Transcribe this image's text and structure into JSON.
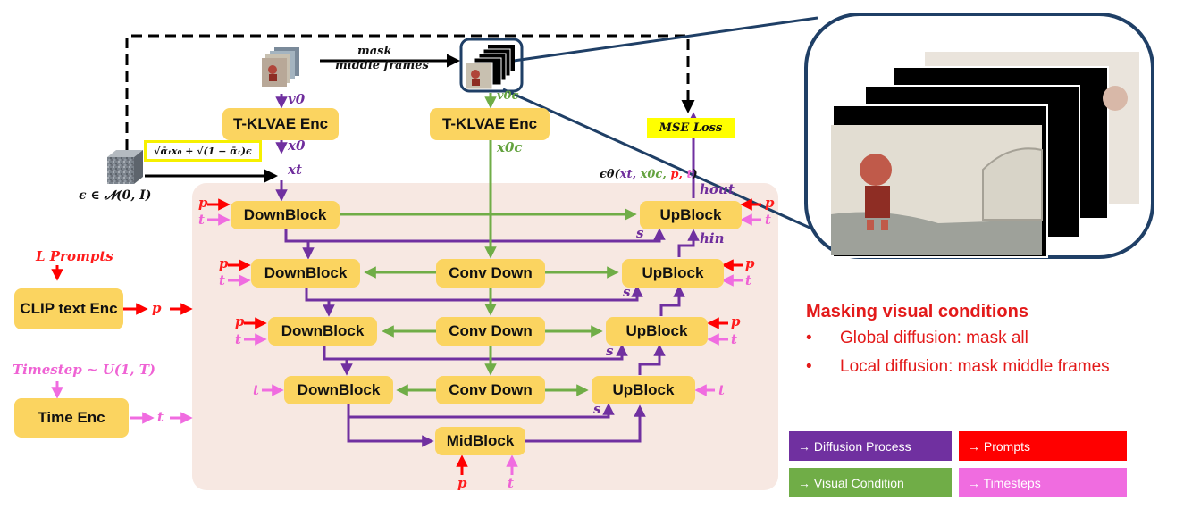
{
  "blocks": {
    "enc_left": "T-KLVAE Enc",
    "enc_right": "T-KLVAE Enc",
    "down": "DownBlock",
    "up": "UpBlock",
    "conv_down": "Conv Down",
    "mid": "MidBlock",
    "clip": "CLIP text Enc",
    "time": "Time Enc"
  },
  "labels": {
    "mask_line1": "mask",
    "mask_line2": "middle frames",
    "mse_loss": "MSE Loss",
    "noise": "ϵ ∈ 𝓝(0, I)",
    "formula": "√ᾱₜx₀ + √(1 − ᾱₜ)ϵ",
    "eps_pred_prefix": "ϵθ(",
    "eps_pred_xt": "xt,",
    "eps_pred_x0c": "x0c,",
    "eps_pred_p": "p,",
    "eps_pred_t": "t",
    "eps_pred_suffix": ")",
    "h_out": "hout",
    "h_in": "hin",
    "v0": "v0",
    "v0c": "v0c",
    "x0": "x0",
    "x0c": "x0c",
    "xt": "xt",
    "s": "s",
    "p": "p",
    "t": "t",
    "l_prompts": "L Prompts",
    "timestep": "Timestep ~ U(1, T)"
  },
  "masking": {
    "title": "Masking visual conditions",
    "items": [
      "Global diffusion: mask all",
      "Local diffusion: mask middle frames"
    ]
  },
  "legend": [
    {
      "label": "→ Diffusion Process",
      "color": "#7030a0"
    },
    {
      "label": "→ Prompts",
      "color": "#ff0000"
    },
    {
      "label": "→ Visual Condition",
      "color": "#70ad47"
    },
    {
      "label": "→ Timesteps",
      "color": "#f06ce0"
    }
  ],
  "colors": {
    "block": "#fbd460",
    "diffusion": "#7030a0",
    "visual": "#70ad47",
    "prompt": "#ff0000",
    "timestep": "#f06ce0",
    "panel": "#f7e8e2",
    "zoom_border": "#1f3f66"
  }
}
